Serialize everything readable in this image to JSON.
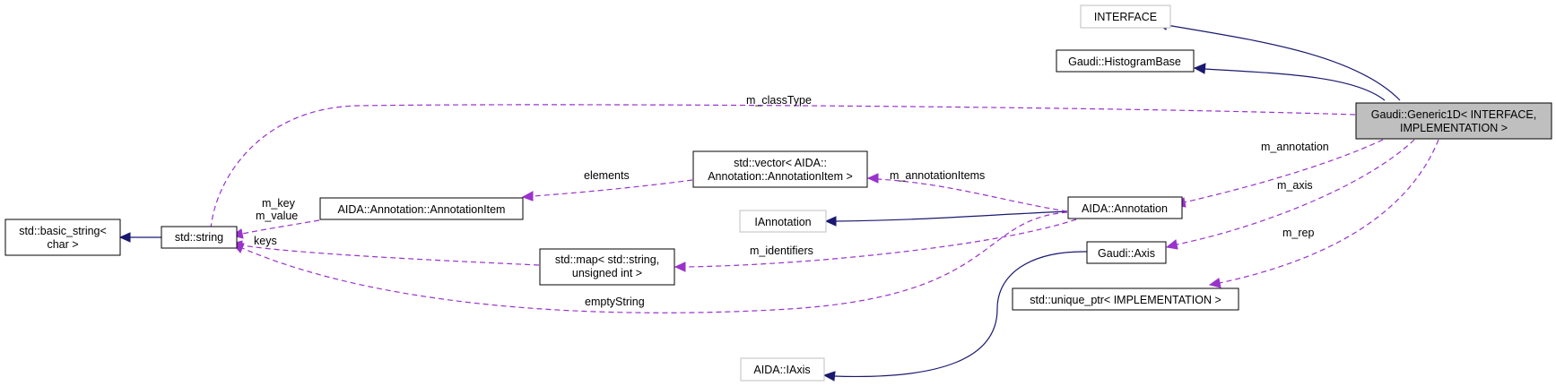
{
  "colors": {
    "inheritance_edge": "#191970",
    "usage_edge": "#9a32cd",
    "highlight_fill": "#bfbfbf",
    "undocumented_border": "#bfbfbf"
  },
  "nodes": {
    "interface": "INTERFACE",
    "histogram_base": "Gaudi::HistogramBase",
    "generic1d_line1": "Gaudi::Generic1D< INTERFACE,",
    "generic1d_line2": "IMPLEMENTATION >",
    "basic_string_line1": "std::basic_string<",
    "basic_string_line2": "char >",
    "std_string": "std::string",
    "annotation_item": "AIDA::Annotation::AnnotationItem",
    "vector_line1": "std::vector< AIDA::",
    "vector_line2": "Annotation::AnnotationItem >",
    "iannotation": "IAnnotation",
    "aida_annotation": "AIDA::Annotation",
    "map_line1": "std::map< std::string,",
    "map_line2": "unsigned int >",
    "gaudi_axis": "Gaudi::Axis",
    "unique_ptr": "std::unique_ptr< IMPLEMENTATION >",
    "aida_iaxis": "AIDA::IAxis"
  },
  "edge_labels": {
    "m_classType": "m_classType",
    "m_annotation": "m_annotation",
    "m_axis": "m_axis",
    "m_rep": "m_rep",
    "m_annotationItems": "m_annotationItems",
    "elements": "elements",
    "m_key": "m_key",
    "m_value": "m_value",
    "keys": "keys",
    "m_identifiers": "m_identifiers",
    "emptyString": "emptyString"
  }
}
